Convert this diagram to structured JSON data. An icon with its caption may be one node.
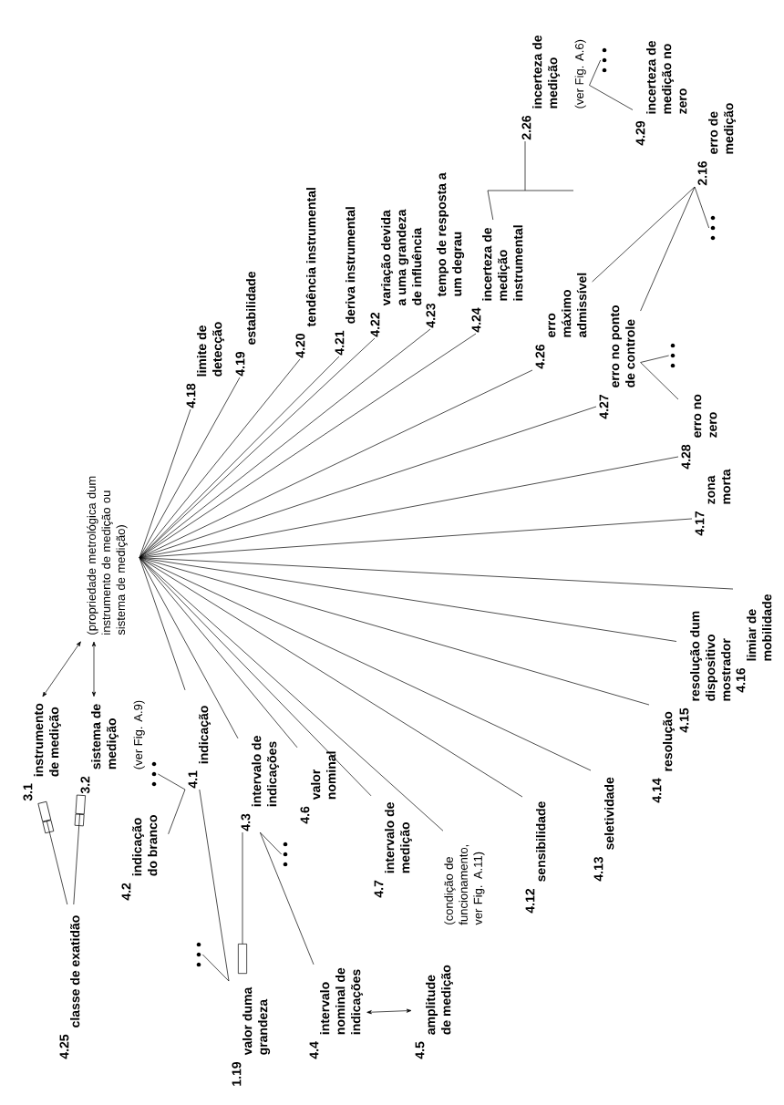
{
  "diagram": {
    "nodes": [
      {
        "text": [
          "(propriedade metrológica dum instrumento de medição ou sistema de medição)"
        ]
      },
      {
        "text": [
          "3.1",
          "instrumento de medição"
        ]
      },
      {
        "text": [
          "3.2",
          "sistema de medição",
          "(ver Fig. A.9)"
        ]
      },
      {
        "text": [
          "4.25",
          "classe de exatidão"
        ]
      },
      {
        "text": [
          "4.1",
          "indicação"
        ]
      },
      {
        "text": [
          "4.2",
          "indicação do branco"
        ]
      },
      {
        "text": [
          "1.19",
          "valor duma grandeza"
        ]
      },
      {
        "text": [
          "4.3",
          "intervalo de indicações"
        ]
      },
      {
        "text": [
          "4.4",
          "intervalo nominal de indicações"
        ]
      },
      {
        "text": [
          "4.5",
          "amplitude de medição"
        ]
      },
      {
        "text": [
          "4.6",
          "valor nominal"
        ]
      },
      {
        "text": [
          "4.7",
          "intervalo de medição"
        ]
      },
      {
        "text": [
          "(condição de funcionamento, ver Fig. A.11)"
        ]
      },
      {
        "text": [
          "4.12",
          "sensibilidade"
        ]
      },
      {
        "text": [
          "4.13",
          "seletividade"
        ]
      },
      {
        "text": [
          "4.14",
          "resolução"
        ]
      },
      {
        "text": [
          "4.15",
          "resolução dum dispositivo mostrador"
        ]
      },
      {
        "text": [
          "4.16",
          "limiar de mobilidade"
        ]
      },
      {
        "text": [
          "4.17",
          "zona morta"
        ]
      },
      {
        "text": [
          "4.28",
          "erro no zero"
        ]
      },
      {
        "text": [
          "4.27",
          "erro no ponto de controle"
        ]
      },
      {
        "text": [
          "4.26",
          "erro máximo admissível"
        ]
      },
      {
        "text": [
          "4.24",
          "incerteza de medição instrumental"
        ]
      },
      {
        "text": [
          "4.23",
          "tempo de resposta a um degrau"
        ]
      },
      {
        "text": [
          "4.22",
          "variação devida a uma grandeza de influência"
        ]
      },
      {
        "text": [
          "4.21",
          "deriva instrumental"
        ]
      },
      {
        "text": [
          "4.20",
          "tendência instrumental"
        ]
      },
      {
        "text": [
          "4.19",
          "estabilidade"
        ]
      },
      {
        "text": [
          "4.18",
          "limite de detecção"
        ]
      },
      {
        "text": [
          "2.26",
          "incerteza de medição",
          "(ver Fig. A.6)"
        ]
      },
      {
        "text": [
          "4.29",
          "incerteza de medição no zero"
        ]
      },
      {
        "text": [
          "2.16",
          "erro de medição"
        ]
      },
      {
        "text": [],
        "shape": "dots"
      },
      {
        "text": [],
        "shape": "dots"
      },
      {
        "text": [],
        "shape": "dots"
      },
      {
        "text": [],
        "shape": "dots"
      },
      {
        "text": [],
        "shape": "dots"
      },
      {
        "text": [],
        "shape": "dots"
      }
    ],
    "edges": [
      {
        "from": 0,
        "to": 28,
        "arrow": "none"
      },
      {
        "from": 0,
        "to": 27,
        "arrow": "none"
      },
      {
        "from": 0,
        "to": 26,
        "arrow": "none"
      },
      {
        "from": 0,
        "to": 25,
        "arrow": "none"
      },
      {
        "from": 0,
        "to": 24,
        "arrow": "none"
      },
      {
        "from": 0,
        "to": 23,
        "arrow": "none"
      },
      {
        "from": 0,
        "to": 22,
        "arrow": "none"
      },
      {
        "from": 0,
        "to": 21,
        "arrow": "none"
      },
      {
        "from": 0,
        "to": 20,
        "arrow": "none"
      },
      {
        "from": 0,
        "to": 19,
        "arrow": "none"
      },
      {
        "from": 0,
        "to": 18,
        "arrow": "none"
      },
      {
        "from": 0,
        "to": 17,
        "arrow": "none"
      },
      {
        "from": 0,
        "to": 16,
        "arrow": "none"
      },
      {
        "from": 0,
        "to": 15,
        "arrow": "none"
      },
      {
        "from": 0,
        "to": 14,
        "arrow": "none"
      },
      {
        "from": 0,
        "to": 13,
        "arrow": "none"
      },
      {
        "from": 0,
        "to": 12,
        "arrow": "none"
      },
      {
        "from": 0,
        "to": 11,
        "arrow": "none"
      },
      {
        "from": 0,
        "to": 10,
        "arrow": "none"
      },
      {
        "from": 0,
        "to": 7,
        "arrow": "none"
      },
      {
        "from": 0,
        "to": 4,
        "arrow": "none"
      },
      {
        "from": 1,
        "to": 0,
        "arrow": "both"
      },
      {
        "from": 2,
        "to": 0,
        "arrow": "both"
      },
      {
        "from": 3,
        "to": 1,
        "arrow": "other"
      },
      {
        "from": 3,
        "to": 2,
        "arrow": "other"
      },
      {
        "from": 4,
        "to": 5,
        "arrow": "none"
      },
      {
        "from": 4,
        "to": 32,
        "arrow": "none"
      },
      {
        "from": 6,
        "to": 4,
        "arrow": "none"
      },
      {
        "from": 6,
        "to": 33,
        "arrow": "none"
      },
      {
        "from": 7,
        "to": 6,
        "arrow": "other"
      },
      {
        "from": 7,
        "to": 8,
        "arrow": "none"
      },
      {
        "from": 7,
        "to": 34,
        "arrow": "none"
      },
      {
        "from": 8,
        "to": 9,
        "arrow": "both"
      },
      {
        "from": 20,
        "to": 19,
        "arrow": "none"
      },
      {
        "from": 20,
        "to": 36,
        "arrow": "none"
      },
      {
        "from": 31,
        "to": 21,
        "arrow": "none"
      },
      {
        "from": 31,
        "to": 20,
        "arrow": "none"
      },
      {
        "from": 31,
        "to": 37,
        "arrow": "none"
      },
      {
        "from": 29,
        "to": 22,
        "arrow": "none"
      },
      {
        "from": 29,
        "to": 30,
        "arrow": "none"
      },
      {
        "from": 29,
        "to": 35,
        "arrow": "none"
      }
    ]
  }
}
